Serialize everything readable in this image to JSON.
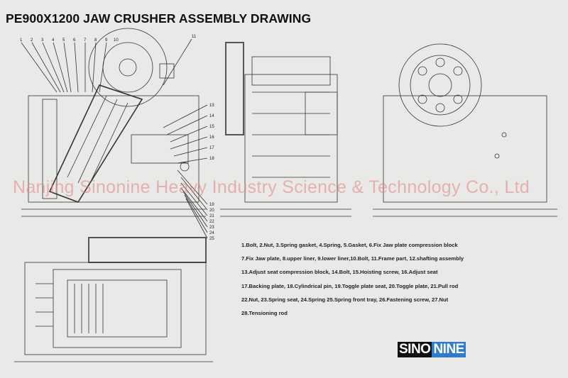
{
  "title": "PE900X1200 JAW CRUSHER ASSEMBLY DRAWING",
  "legend_lines": [
    "1.Bolt, 2.Nut, 3.Spring gasket, 4.Spring, 5.Gasket, 6.Fix Jaw plate  compression block",
    "7.Fix Jaw plate, 8.upper liner, 9.lower liner,10.Bolt, 11.Frame part, 12.shafting assembly",
    "13.Adjust seat compression block, 14.Bolt, 15.Hoisting screw, 16.Adjust seat",
    "17.Backing plate, 18.Cylindrical pin, 19.Toggle plate seat,  20.Toggle plate, 21.Pull rod",
    "22.Nut, 23.Spring seat, 24.Spring 25.Spring front tray, 26.Fastening screw, 27.Nut",
    "28.Tensioning rod"
  ],
  "watermark": "Nanjing Sinonine Heavy Industry Science & Technology Co., Ltd",
  "logo": {
    "part1": "SINO",
    "part2": "NINE",
    "accent": "#2f7bd0"
  },
  "part_numbers_top": [
    "1",
    "2",
    "3",
    "4",
    "5",
    "6",
    "7",
    "8",
    "9",
    "10",
    "11"
  ],
  "part_numbers_side": [
    "13",
    "14",
    "15",
    "16",
    "17",
    "18",
    "19",
    "20",
    "21",
    "22",
    "23",
    "24",
    "25"
  ]
}
